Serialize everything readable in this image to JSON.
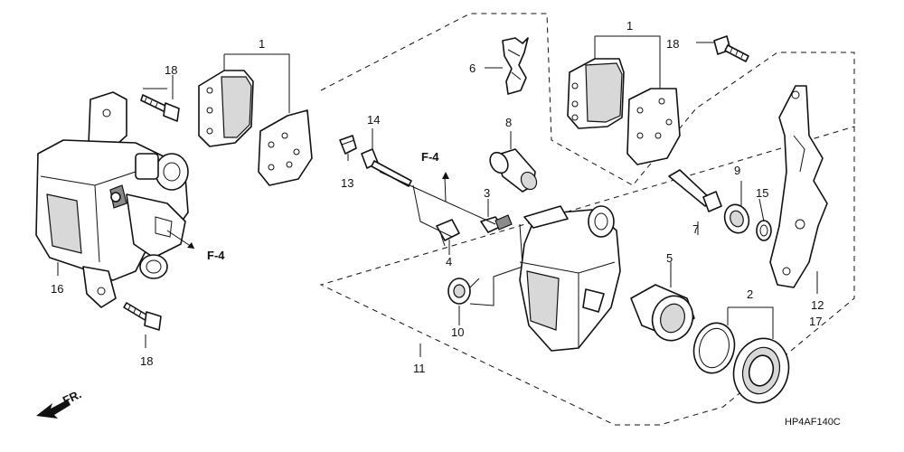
{
  "labels": {
    "pad_set_left": "1",
    "pad_set_right": "1",
    "bolt_left_top": "18",
    "bolt_left_bottom": "18",
    "bolt_right": "18",
    "spring": "6",
    "pin_boot_a": "8",
    "pin_boot_b": "7",
    "boot_9": "9",
    "ring_15": "15",
    "pin_14": "14",
    "cap_13": "13",
    "bleeder_3": "3",
    "cap_4": "4",
    "boot_10": "10",
    "piston_5": "5",
    "seal_2": "2",
    "bracket_12": "12",
    "bracket_17": "17",
    "caliper_16": "16",
    "caliper_assy_11": "11",
    "ref_left": "F-4",
    "ref_center": "F-4",
    "front": "FR.",
    "diagram_code": "HP4AF140C"
  }
}
